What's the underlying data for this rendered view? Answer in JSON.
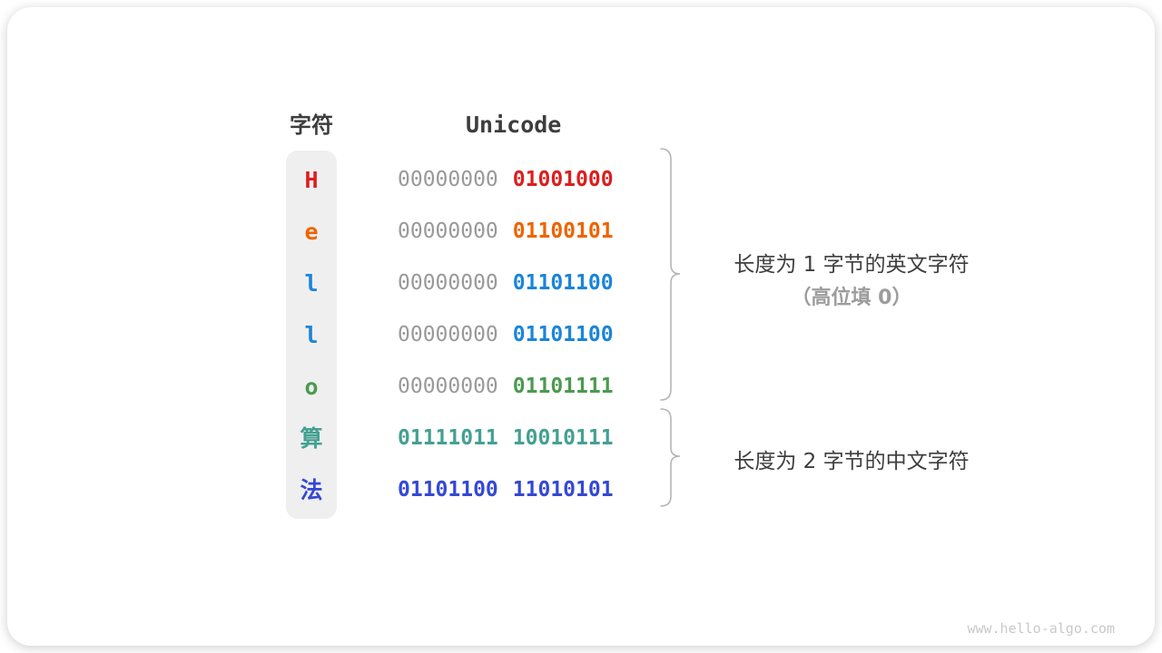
{
  "table": {
    "headers": {
      "char": "字符",
      "unicode": "Unicode"
    },
    "rows": [
      {
        "char": "H",
        "char_color": "#dc1e1e",
        "bytes": [
          {
            "text": "00000000",
            "color": "#999999",
            "bold": false
          },
          {
            "text": "01001000",
            "color": "#dc1e1e",
            "bold": true
          }
        ]
      },
      {
        "char": "e",
        "char_color": "#ee6400",
        "bytes": [
          {
            "text": "00000000",
            "color": "#999999",
            "bold": false
          },
          {
            "text": "01100101",
            "color": "#ee6400",
            "bold": true
          }
        ]
      },
      {
        "char": "l",
        "char_color": "#1b85d8",
        "bytes": [
          {
            "text": "00000000",
            "color": "#999999",
            "bold": false
          },
          {
            "text": "01101100",
            "color": "#1b85d8",
            "bold": true
          }
        ]
      },
      {
        "char": "l",
        "char_color": "#1b85d8",
        "bytes": [
          {
            "text": "00000000",
            "color": "#999999",
            "bold": false
          },
          {
            "text": "01101100",
            "color": "#1b85d8",
            "bold": true
          }
        ]
      },
      {
        "char": "o",
        "char_color": "#4c9a50",
        "bytes": [
          {
            "text": "00000000",
            "color": "#999999",
            "bold": false
          },
          {
            "text": "01101111",
            "color": "#4c9a50",
            "bold": true
          }
        ]
      },
      {
        "char": "算",
        "char_color": "#44a092",
        "bytes": [
          {
            "text": "01111011",
            "color": "#44a092",
            "bold": true
          },
          {
            "text": "10010111",
            "color": "#44a092",
            "bold": true
          }
        ]
      },
      {
        "char": "法",
        "char_color": "#3448d4",
        "bytes": [
          {
            "text": "01101100",
            "color": "#3448d4",
            "bold": true
          },
          {
            "text": "11010101",
            "color": "#3448d4",
            "bold": true
          }
        ]
      }
    ]
  },
  "annotations": {
    "group1": {
      "line1": "长度为 1 字节的英文字符",
      "line2": "（高位填 0）"
    },
    "group2": {
      "line1": "长度为 2 字节的中文字符"
    }
  },
  "watermark": "www.hello-algo.com",
  "icons": {
    "brace_1": "curly-brace-right",
    "brace_2": "curly-brace-right"
  },
  "colors": {
    "red": "#dc1e1e",
    "orange": "#ee6400",
    "azure": "#1b85d8",
    "green": "#4c9a50",
    "teal": "#44a092",
    "royal_blue": "#3448d4",
    "placeholder_gray": "#999999",
    "column_bg": "#efefef",
    "brace": "#b5b5b5",
    "heading_text": "#3d3d3d",
    "annotation_text": "#3e3e3e",
    "annotation_muted": "#9c9c9c",
    "watermark_gray": "#c9c9c9"
  }
}
